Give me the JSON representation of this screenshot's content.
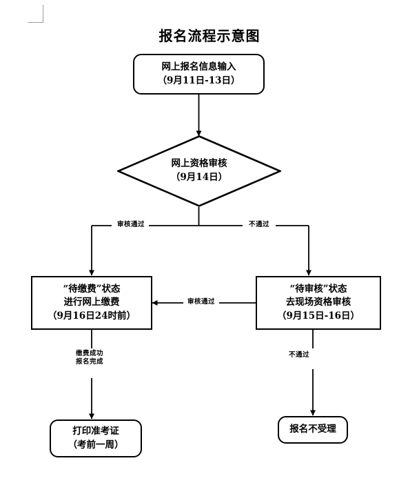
{
  "document": {
    "title": "报名流程示意图",
    "corner_mark": "page-margin-corner"
  },
  "colors": {
    "stroke": "#000000",
    "text": "#000000",
    "background": "#ffffff",
    "margin_mark": "#9a9a9a"
  },
  "flowchart": {
    "type": "flowchart",
    "orientation": "top-to-bottom",
    "nodes": [
      {
        "id": "online-registration-input",
        "shape": "rounded-rect",
        "lines": [
          "网上报名信息输入",
          "（9月11日-13日）"
        ]
      },
      {
        "id": "online-qualification-review",
        "shape": "diamond",
        "lines": [
          "网上资格审核",
          "（9月14日）"
        ]
      },
      {
        "id": "pending-payment-status",
        "shape": "rect",
        "lines": [
          "“待缴费”状态",
          "进行网上缴费",
          "（9月16日24时前）"
        ]
      },
      {
        "id": "pending-review-status",
        "shape": "rect",
        "lines": [
          "“待审核”状态",
          "去现场资格审核",
          "（9月15日-16日）"
        ]
      },
      {
        "id": "print-admission-ticket",
        "shape": "rounded-rect",
        "lines": [
          "打印准考证",
          "（考前一周）"
        ]
      },
      {
        "id": "registration-rejected",
        "shape": "rounded-rect",
        "lines": [
          "报名不受理"
        ]
      }
    ],
    "edges": [
      {
        "id": "input-to-review",
        "from": "online-registration-input",
        "to": "online-qualification-review",
        "label": ""
      },
      {
        "id": "review-pass-left",
        "from": "online-qualification-review",
        "to": "pending-payment-status",
        "label": "审核通过"
      },
      {
        "id": "review-fail-right",
        "from": "online-qualification-review",
        "to": "pending-review-status",
        "label": "不通过"
      },
      {
        "id": "onsite-pass-to-payment",
        "from": "pending-review-status",
        "to": "pending-payment-status",
        "label": "审核通过"
      },
      {
        "id": "payment-success-to-ticket",
        "from": "pending-payment-status",
        "to": "print-admission-ticket",
        "label": "缴费成功\n报名完成",
        "label_lines": [
          "缴费成功",
          "报名完成"
        ]
      },
      {
        "id": "onsite-fail-to-rejected",
        "from": "pending-review-status",
        "to": "registration-rejected",
        "label": "不通过"
      }
    ]
  }
}
